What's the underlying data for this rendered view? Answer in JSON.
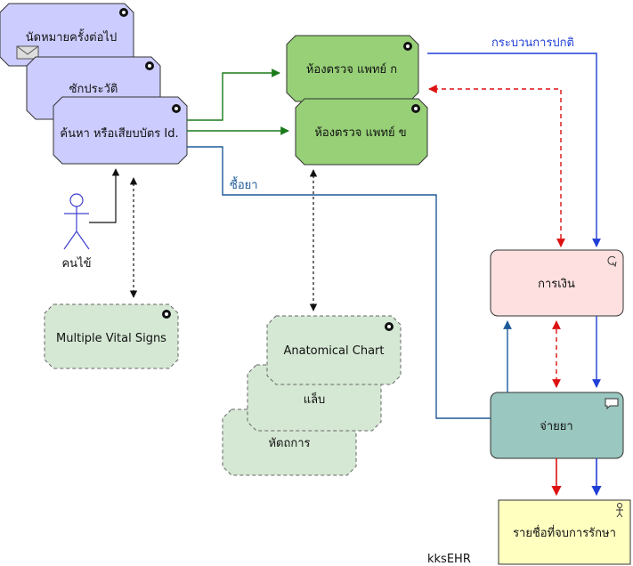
{
  "nodes": {
    "appointment": "นัดหมายครั้งต่อไป",
    "history": "ซักประวัติ",
    "search": "ค้นหา หรือเสียบบัตร Id.",
    "exam_a": "ห้องตรวจ แพทย์ ก",
    "exam_b": "ห้องตรวจ แพทย์ ข",
    "patient": "คนไข้",
    "vital": "Multiple Vital Signs",
    "anatomical": "Anatomical Chart",
    "lab": "แล็บ",
    "procedure": "หัตถการ",
    "finance": "การเงิน",
    "dispense": "จ่ายยา",
    "discharge": "รายชื่อที่จบการรักษา"
  },
  "edge_labels": {
    "normal_process": "กระบวนการปกติ",
    "buy_drug": "ซื้อยา"
  },
  "footer": "kksEHR",
  "colors": {
    "purple_fill": "#ccccff",
    "green_fill": "#97d077",
    "light_green_fill": "#d5e8d4",
    "pink_fill": "#ffe0e0",
    "teal_fill": "#9ac7bf",
    "yellow_fill": "#ffffc0",
    "flow_blue": "#1f3fd6",
    "flow_red": "#dd1111",
    "flow_green": "#1a7a1a",
    "steel_blue": "#1f5a99"
  }
}
